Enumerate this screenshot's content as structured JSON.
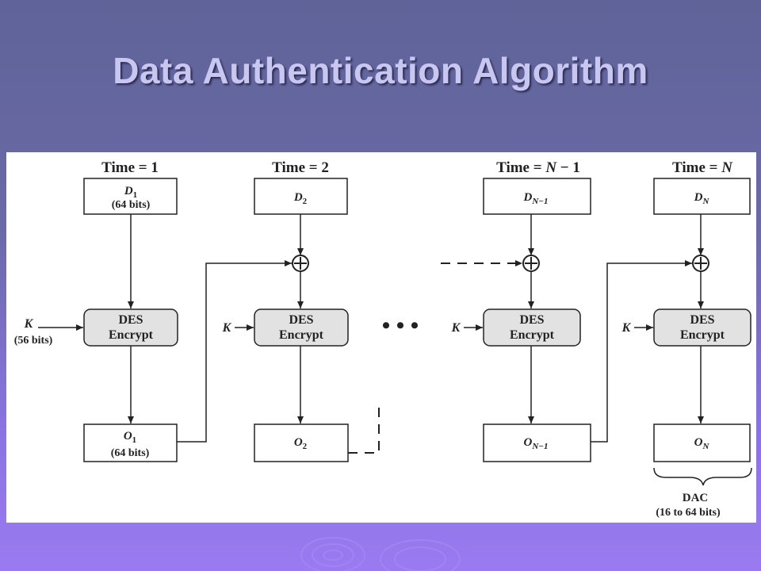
{
  "slide": {
    "title": "Data Authentication Algorithm"
  },
  "diagram": {
    "times": [
      "Time = 1",
      "Time = 2",
      "Time = N − 1",
      "Time = N"
    ],
    "time_prefix": "Time = ",
    "time_values": [
      "1",
      "2",
      "N",
      "N"
    ],
    "time_suffix_n1": " − 1",
    "data_blocks": [
      {
        "base": "D",
        "sub": "1",
        "note": "(64 bits)"
      },
      {
        "base": "D",
        "sub": "2",
        "note": ""
      },
      {
        "base": "D",
        "sub": "N−1",
        "note": ""
      },
      {
        "base": "D",
        "sub": "N",
        "note": ""
      }
    ],
    "output_blocks": [
      {
        "base": "O",
        "sub": "1",
        "note": "(64 bits)"
      },
      {
        "base": "O",
        "sub": "2",
        "note": ""
      },
      {
        "base": "O",
        "sub": "N−1",
        "note": ""
      },
      {
        "base": "O",
        "sub": "N",
        "note": ""
      }
    ],
    "des_line1": "DES",
    "des_line2": "Encrypt",
    "key_label": "K",
    "key_note": "(56 bits)",
    "xor_symbol": "+",
    "ellipsis": "•  •  •",
    "dac_label": "DAC",
    "dac_note": "(16 to 64 bits)"
  }
}
